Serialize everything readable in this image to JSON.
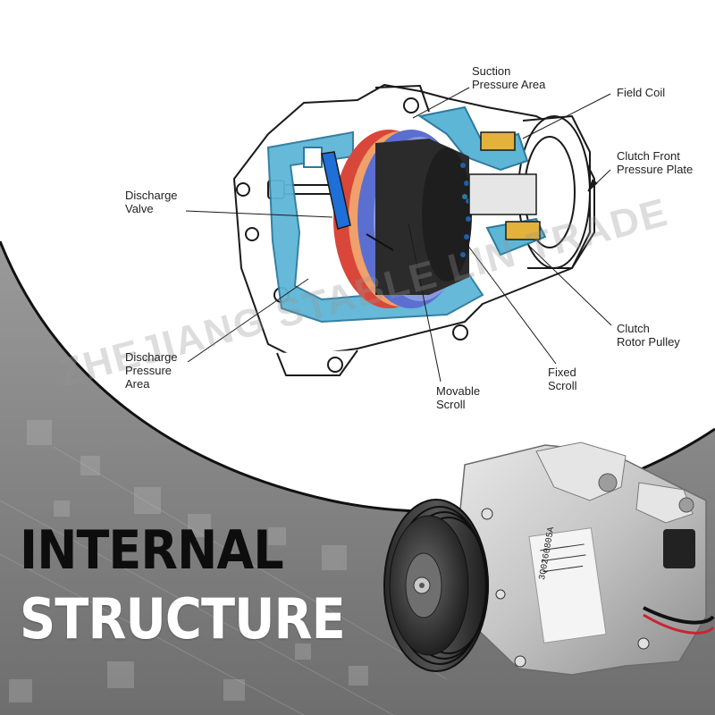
{
  "labels": {
    "suction": "Suction\nPressure Area",
    "field_coil": "Field Coil",
    "clutch_front": "Clutch Front\nPressure Plate",
    "discharge_valve": "Discharge\nValve",
    "discharge_area": "Discharge\nPressure\nArea",
    "movable_scroll": "Movable\nScroll",
    "fixed_scroll": "Fixed\nScroll",
    "clutch_rotor": "Clutch\nRotor Pulley"
  },
  "heading": {
    "line1": "INTERNAL",
    "line2": "STRUCTURE"
  },
  "watermark": "ZHEJIANG STABLE LIN TRADE",
  "product_label": "3Q0260805A",
  "colors": {
    "housing_blue": "#5eb6d6",
    "scroll_blue": "#5b6fd0",
    "scroll_red": "#d9473a",
    "gray_band": "#8a8a8a",
    "heading_dark": "#0d0d0d",
    "heading_light": "#ffffff"
  }
}
